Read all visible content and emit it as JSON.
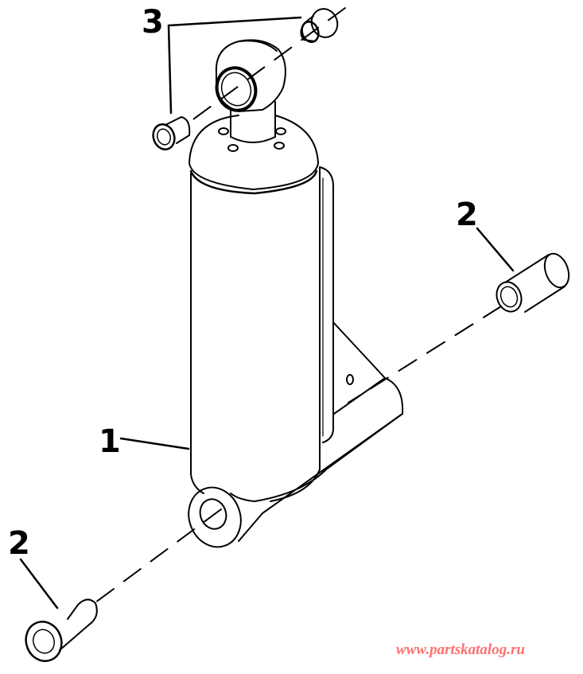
{
  "diagram": {
    "type": "exploded-parts-view",
    "subject": "hydraulic cylinder assembly",
    "callouts": [
      {
        "id": "callout-1",
        "label": "1",
        "part": "cylinder"
      },
      {
        "id": "callout-2-bottom",
        "label": "2",
        "part": "bushing (lower)"
      },
      {
        "id": "callout-2-right",
        "label": "2",
        "part": "bushing (right)"
      },
      {
        "id": "callout-3",
        "label": "3",
        "part": "bushings (top, pair)"
      }
    ],
    "colors": {
      "line": "#000000",
      "background": "#ffffff",
      "watermark": "#ff7070"
    }
  },
  "watermark": {
    "text": "www.partskatalog.ru"
  }
}
